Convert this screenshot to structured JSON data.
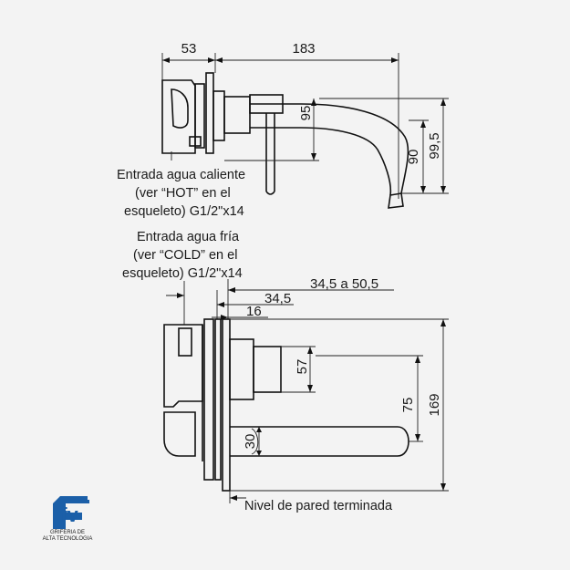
{
  "top_view": {
    "dim_left": "53",
    "dim_overall": "183",
    "dim_95": "95",
    "dim_90": "90",
    "dim_99_5": "99,5"
  },
  "hot_label": [
    "Entrada agua caliente",
    "(ver “HOT” en el",
    "esqueleto) G1/2\"x14"
  ],
  "cold_label": [
    "Entrada agua fría",
    "(ver “COLD” en el",
    "esqueleto) G1/2\"x14"
  ],
  "side_view": {
    "dim_range": "34,5 a 50,5",
    "dim_34_5": "34,5",
    "dim_16": "16",
    "dim_57": "57",
    "dim_75": "75",
    "dim_169": "169",
    "dim_30": "30",
    "wall_label": "Nivel de pared terminada"
  },
  "logo": {
    "mark": "fv",
    "line1": "GRIFERIA DE",
    "line2": "ALTA TECNOLOGIA",
    "color": "#1b5fa8"
  }
}
